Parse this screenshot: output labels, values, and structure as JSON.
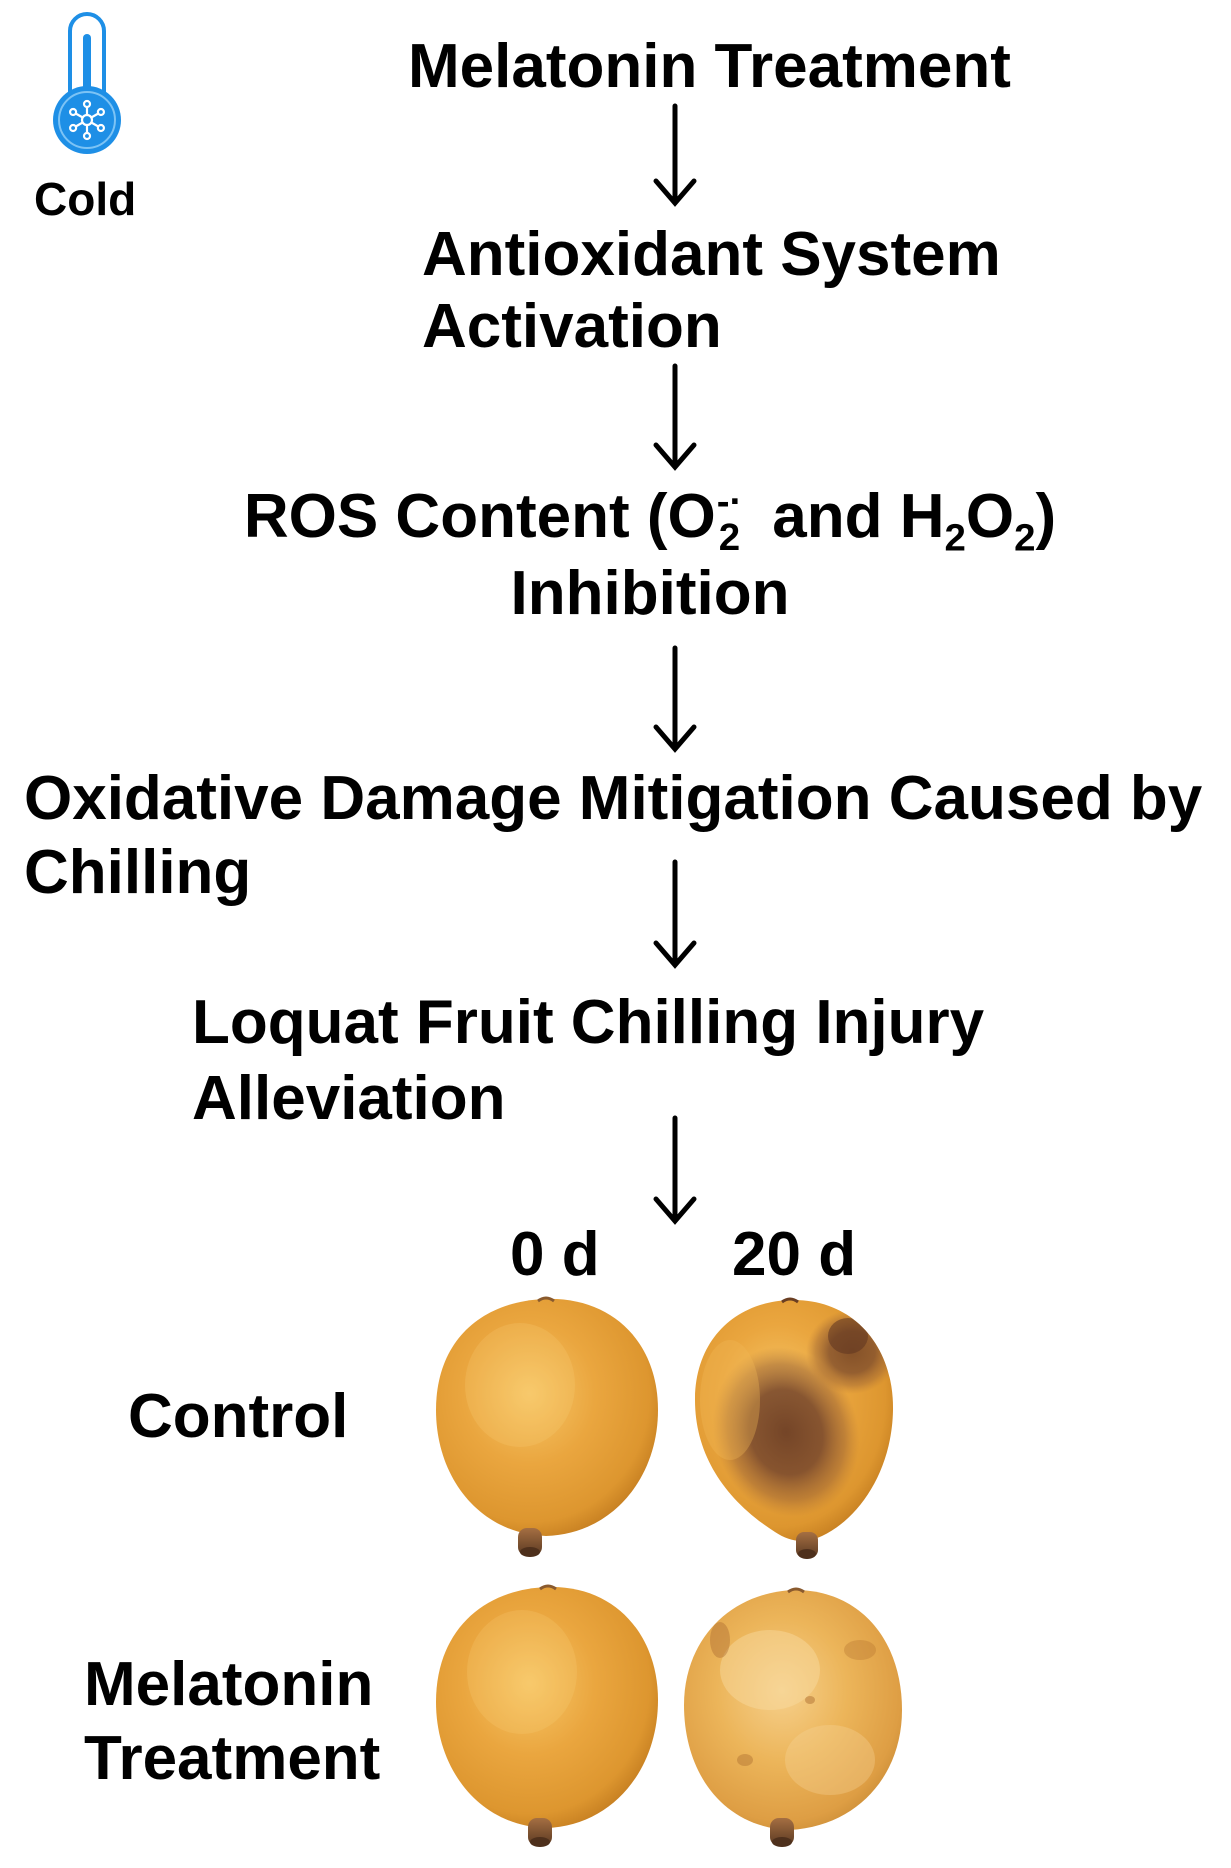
{
  "cold_indicator": {
    "icon": "thermometer-snowflake-icon",
    "label": "Cold"
  },
  "flow": {
    "melatonin_treatment": "Melatonin Treatment",
    "antioxidant_activation": {
      "lines": [
        "Antioxidant System",
        "Activation"
      ]
    },
    "ros_inhibition": {
      "line1": {
        "prefix": "ROS Content (O",
        "superoxide_subscript": "2",
        "superoxide_superscript": "-·",
        "middle": "and H",
        "h2o2_subscript_1": "2",
        "h2o2_o": "O",
        "h2o2_subscript_2": "2",
        "suffix": ")"
      },
      "line2": "Inhibition"
    },
    "oxidative_damage_mitigation": {
      "lines": [
        "Oxidative Damage Mitigation Caused by",
        "Chilling"
      ]
    },
    "chilling_injury_alleviation": {
      "lines": [
        "Loquat Fruit Chilling Injury",
        "Alleviation"
      ]
    }
  },
  "photo_grid": {
    "column_labels": [
      "0 d",
      "20 d"
    ],
    "rows": [
      {
        "label_lines": [
          "Control"
        ]
      },
      {
        "label_lines": [
          "Melatonin",
          "Treatment"
        ]
      }
    ]
  },
  "colors": {
    "icon_blue": "#1E8FE6",
    "fruit_orange": "#EAA63F",
    "chilling_injury_brown": "#6E3F25"
  }
}
